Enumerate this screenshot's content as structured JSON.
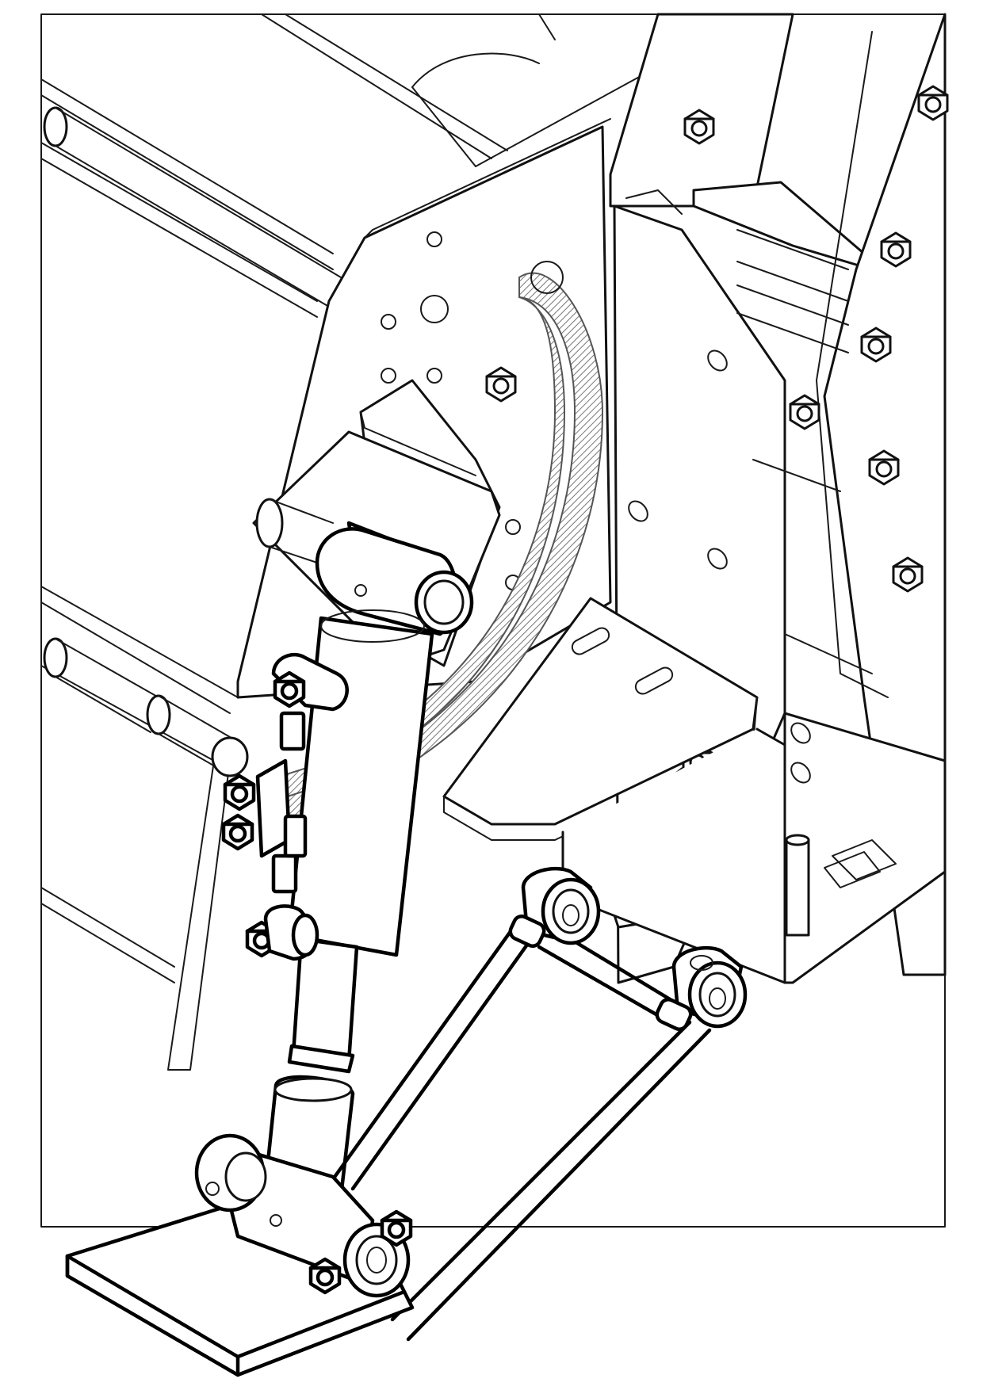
{
  "colors": {
    "line": "#111111",
    "background": "#ffffff",
    "hose_hatch": "#8a8a8a"
  },
  "components": [
    "frame-side-plate",
    "mounting-bracket",
    "hydraulic-cylinder",
    "cylinder-rod",
    "hydraulic-hose",
    "hose-fittings",
    "pivot-bushing",
    "linkage-arm",
    "foot-plate",
    "hex-bolts"
  ]
}
